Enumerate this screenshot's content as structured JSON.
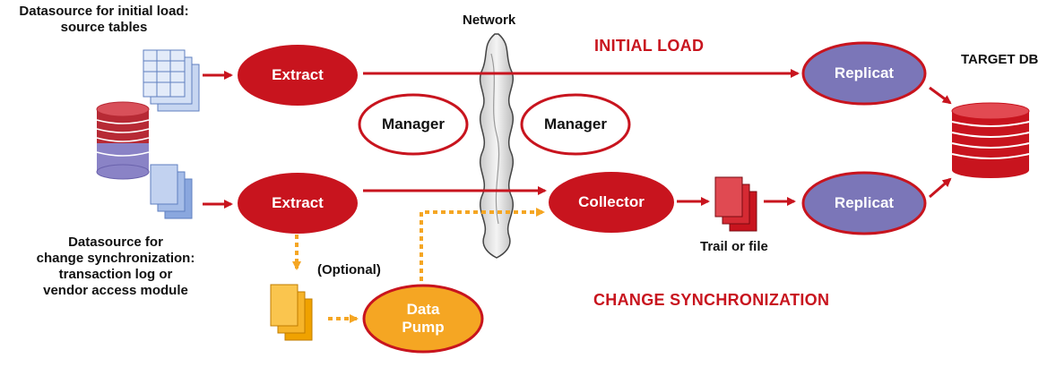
{
  "labels": {
    "initial_source": "Datasource for initial load:\nsource tables",
    "network": "Network",
    "initial_load": "INITIAL LOAD",
    "target": "TARGET DB",
    "change_source": "Datasource for\nchange synchronization:\ntransaction log or\nvendor access module",
    "optional": "(Optional)",
    "trail": "Trail or file",
    "change_sync": "CHANGE SYNCHRONIZATION"
  },
  "nodes": {
    "extract_top": "Extract",
    "extract_bottom": "Extract",
    "manager_left": "Manager",
    "manager_right": "Manager",
    "collector": "Collector",
    "replicat_top": "Replicat",
    "replicat_bottom": "Replicat",
    "data_pump": "Data\nPump"
  },
  "colors": {
    "red": "#c8141e",
    "purple": "#7b76b8",
    "orange": "#f5a623",
    "blue": "#7f9fd8"
  },
  "icons": {
    "source_tables": "table-stack-icon",
    "source_db": "database-icon",
    "transaction_log": "document-stack-icon",
    "pump_files": "document-stack-icon",
    "trail": "document-stack-icon",
    "target_db": "database-icon",
    "network": "cloud-pillar-icon"
  }
}
